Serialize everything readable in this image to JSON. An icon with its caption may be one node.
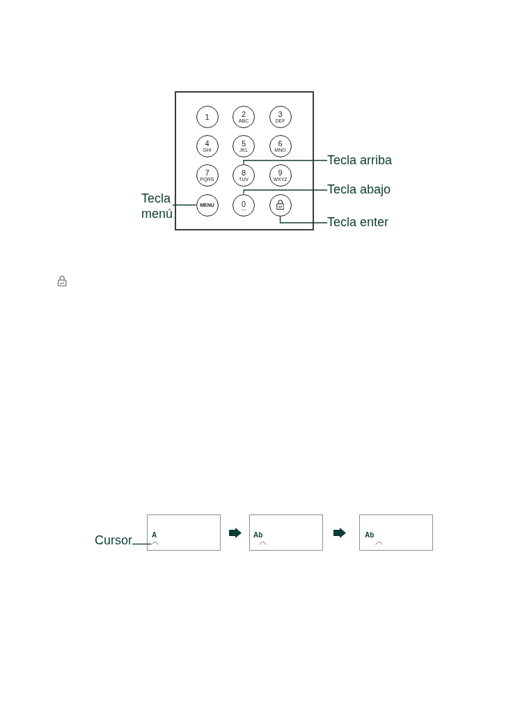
{
  "diagram": {
    "nodes": [
      {
        "text": [],
        "shape": "box"
      },
      {
        "text": [
          "1"
        ],
        "in": 0
      },
      {
        "text": [
          "2",
          "ABC"
        ],
        "in": 0
      },
      {
        "text": [
          "3",
          "DEF"
        ],
        "in": 0
      },
      {
        "text": [
          "4",
          "GHI"
        ],
        "in": 0
      },
      {
        "text": [
          "5",
          "JKL"
        ],
        "in": 0
      },
      {
        "text": [
          "6",
          "MNO"
        ],
        "in": 0
      },
      {
        "text": [
          "7",
          "PQRS"
        ],
        "in": 0
      },
      {
        "text": [
          "8",
          "TUV"
        ],
        "in": 0
      },
      {
        "text": [
          "9",
          "WXYZ"
        ],
        "in": 0
      },
      {
        "text": [
          "MENU"
        ],
        "in": 0
      },
      {
        "text": [
          "0"
        ],
        "in": 0
      },
      {
        "text": [],
        "shape": "circle",
        "in": 0
      },
      {
        "text": [
          "Tecla arriba"
        ]
      },
      {
        "text": [
          "Tecla abajo"
        ]
      },
      {
        "text": [
          "Tecla menú"
        ]
      },
      {
        "text": [
          "Tecla enter"
        ]
      },
      {
        "text": [
          "Cursor"
        ]
      },
      {
        "text": [
          "A"
        ]
      },
      {
        "text": [],
        "shape": "caret",
        "in": 18
      },
      {
        "text": [
          "Ab"
        ]
      },
      {
        "text": [
          "Ab"
        ]
      }
    ],
    "edges": [
      {
        "from": 13,
        "to": 8,
        "arrow": "none"
      },
      {
        "from": 14,
        "to": 11,
        "arrow": "none"
      },
      {
        "from": 15,
        "to": 10,
        "arrow": "none"
      },
      {
        "from": 16,
        "to": 12,
        "arrow": "none"
      },
      {
        "from": 17,
        "to": 19,
        "arrow": "none"
      },
      {
        "from": 18,
        "to": 20,
        "arrow": "to",
        "style": "thick"
      },
      {
        "from": 20,
        "to": 21,
        "arrow": "to",
        "style": "thick"
      }
    ]
  }
}
